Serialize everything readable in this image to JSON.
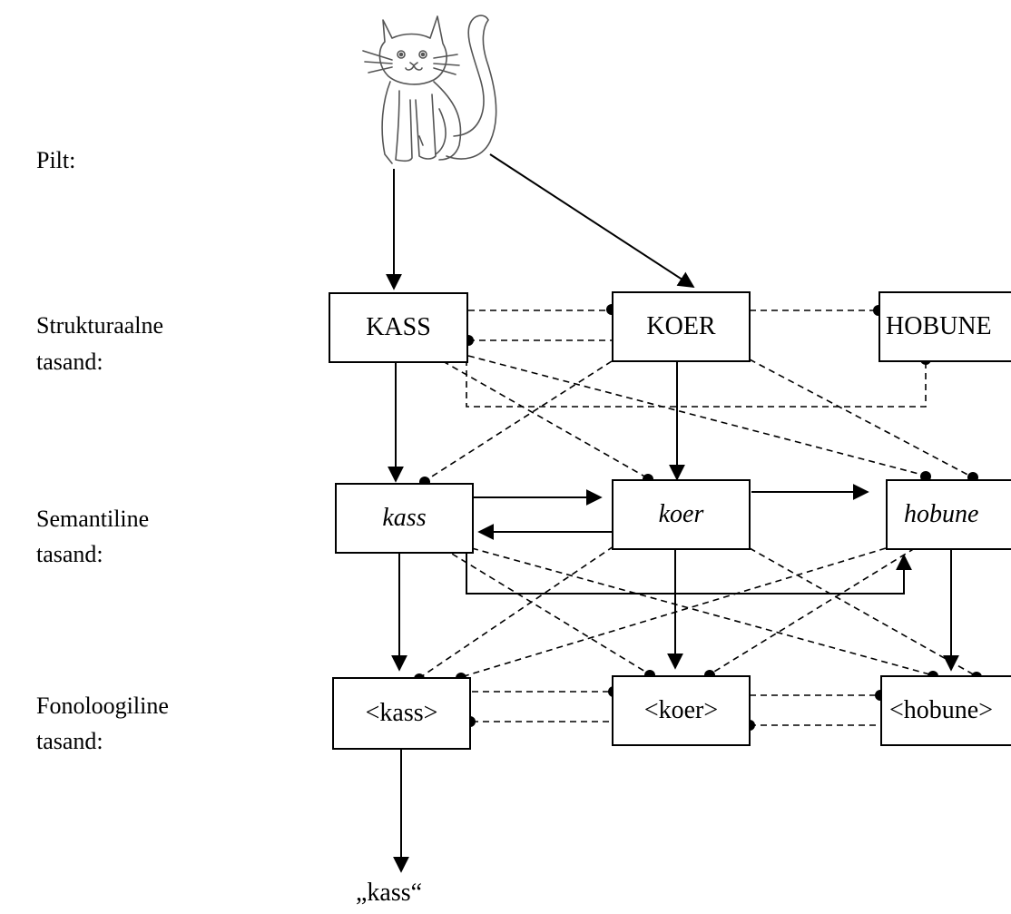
{
  "labels": {
    "pilt": "Pilt:",
    "struct_line1": "Strukturaalne",
    "struct_line2": "tasand:",
    "sem_line1": "Semantiline",
    "sem_line2": "tasand:",
    "fon_line1": "Fonoloogiline",
    "fon_line2": "tasand:"
  },
  "structural": {
    "kass": "KASS",
    "koer": "KOER",
    "hobune": "HOBUNE"
  },
  "semantic": {
    "kass": "kass",
    "koer": "koer",
    "hobune": "hobune"
  },
  "phonological": {
    "kass": "<kass>",
    "koer": "<koer>",
    "hobune": "<hobune>"
  },
  "output": "„kass“",
  "image": {
    "icon": "cat-illustration"
  }
}
